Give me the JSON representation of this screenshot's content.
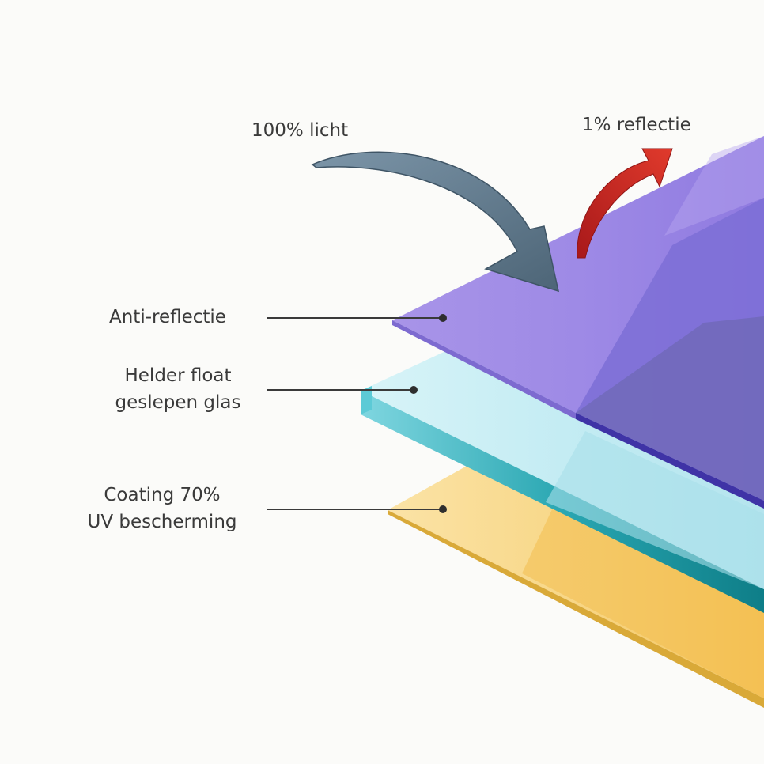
{
  "labels": {
    "incoming": "100% licht",
    "reflection": "1% reflectie",
    "anti_reflection": "Anti-reflectie",
    "glass_line1": "Helder float",
    "glass_line2": "geslepen glas",
    "coating_line1": "Coating 70%",
    "coating_line2": "UV bescherming"
  },
  "colors": {
    "background": "#fbfbf9",
    "anti_reflection_layer": "#9a86e4",
    "glass_layer": "#bfeaf3",
    "glass_edge": "#1a8c95",
    "coating_layer": "#f6d07a",
    "incoming_arrow": "#5d7689",
    "reflection_arrow": "#c4231f",
    "leader_line": "#3a3a3a"
  },
  "icons": {
    "incoming_arrow": "curved-arrow-down-icon",
    "reflection_arrow": "curved-arrow-up-icon"
  }
}
